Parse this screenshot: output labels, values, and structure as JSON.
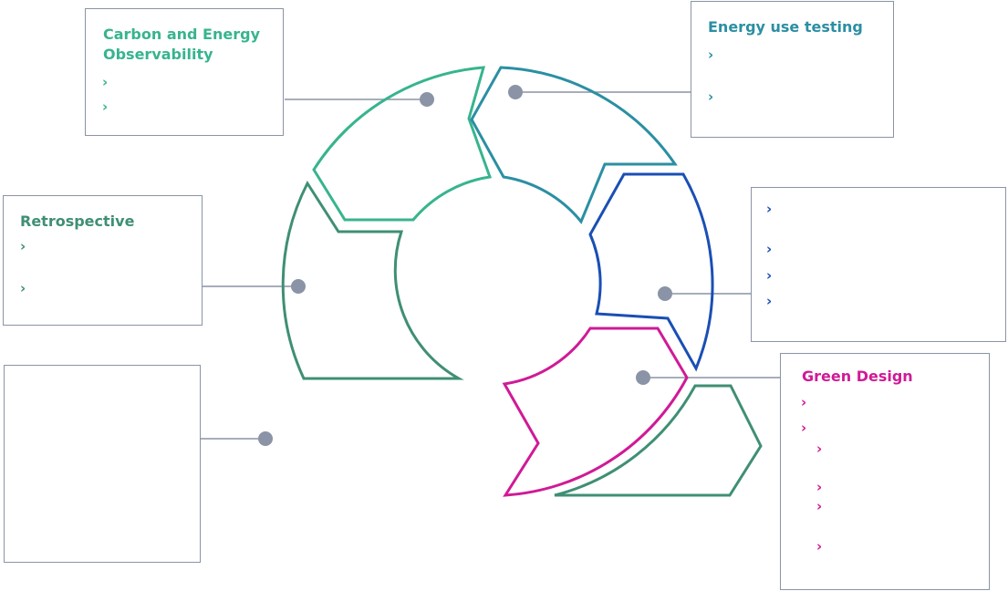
{
  "colors": {
    "teal_light": "#37b48e",
    "teal": "#2b8fa3",
    "blue": "#1a4fb4",
    "magenta": "#d01a96",
    "green_dark": "#3f8f73",
    "connector": "#8a94a6",
    "dot": "#8a94a6"
  },
  "boxes": {
    "carbon": {
      "title": "Carbon and Energy\nObservability",
      "bullet_icon": "chevron-right-icon",
      "bullet_glyph": "›",
      "bullet_count": 2
    },
    "energy": {
      "title": "Energy use testing",
      "bullet_icon": "chevron-right-icon",
      "bullet_glyph": "›",
      "bullet_count": 2
    },
    "retro": {
      "title": "Retrospective",
      "bullet_icon": "chevron-right-icon",
      "bullet_glyph": "›",
      "bullet_count": 2
    },
    "blue": {
      "title": "",
      "bullet_icon": "chevron-right-icon",
      "bullet_glyph": "›",
      "bullet_count": 4
    },
    "green_design": {
      "title": "Green Design",
      "bullet_icon": "chevron-right-icon",
      "bullet_glyph": "›",
      "bullet_count": 6
    },
    "empty": {
      "title": ""
    }
  }
}
